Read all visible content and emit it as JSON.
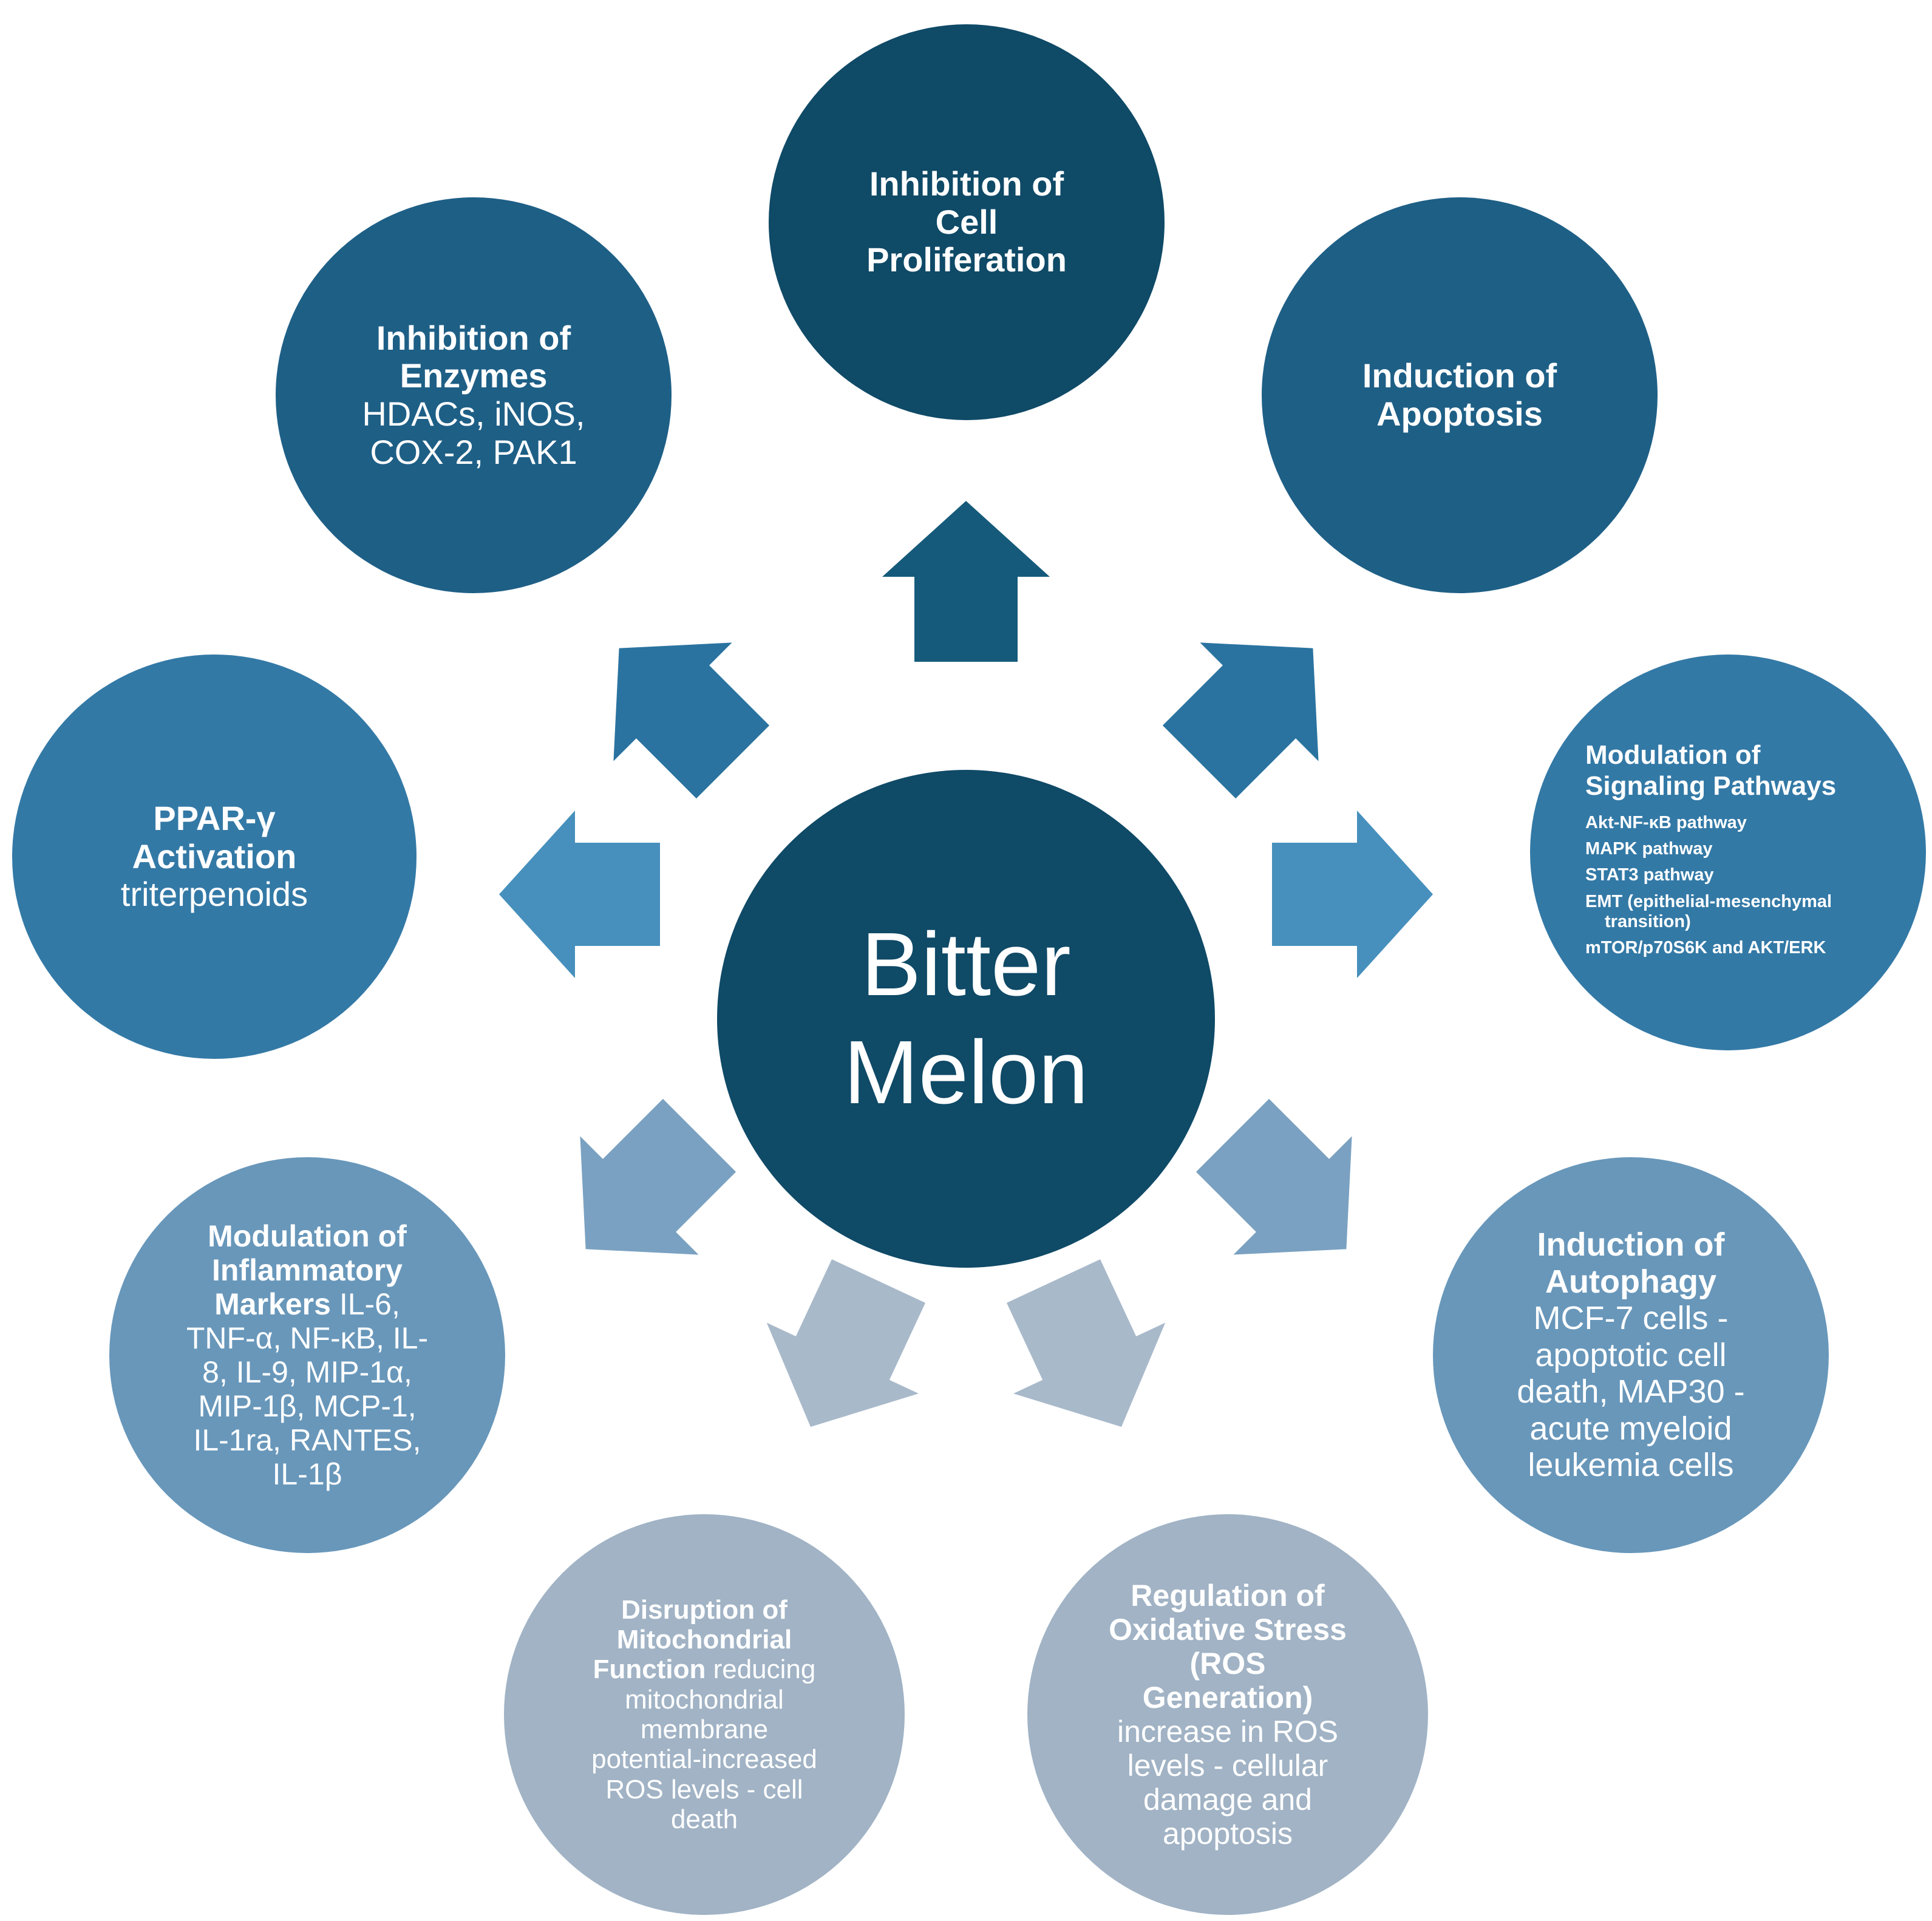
{
  "center": {
    "line1": "Bitter",
    "line2": "Melon"
  },
  "nodes": {
    "proliferation": {
      "title": [
        "Inhibition of",
        "Cell",
        "Proliferation"
      ]
    },
    "apoptosis": {
      "title": [
        "Induction of",
        "Apoptosis"
      ]
    },
    "enzymes": {
      "title": [
        "Inhibition of",
        "Enzymes"
      ],
      "body": [
        "HDACs, iNOS,",
        "COX-2, PAK1"
      ]
    },
    "ppar": {
      "title": [
        "PPAR-γ",
        "Activation"
      ],
      "body": [
        "triterpenoids"
      ]
    },
    "signaling": {
      "title": [
        "Modulation of",
        "Signaling Pathways"
      ],
      "items": [
        "Akt-NF-κB  pathway",
        "MAPK pathway",
        "STAT3 pathway",
        "EMT (epithelial-mesenchymal transition)",
        "mTOR/p70S6K  and AKT/ERK"
      ]
    },
    "inflammatory": {
      "title": [
        "Modulation of",
        "Inflammatory",
        "Markers"
      ],
      "body_inline": "IL-6,",
      "body": [
        "TNF-α, NF-κB, IL-",
        "8, IL-9, MIP-1α,",
        "MIP-1β, MCP-1,",
        "IL-1ra, RANTES,",
        "IL-1β"
      ]
    },
    "autophagy": {
      "title": [
        "Induction of",
        "Autophagy"
      ],
      "body": [
        "MCF-7 cells -",
        "apoptotic cell",
        "death, MAP30 -",
        "acute myeloid",
        "leukemia cells"
      ]
    },
    "mitochondrial": {
      "title": [
        "Disruption of",
        "Mitochondrial",
        "Function"
      ],
      "body_inline": "reducing",
      "body": [
        "mitochondrial",
        "membrane",
        "potential-increased",
        "ROS levels - cell",
        "death"
      ]
    },
    "oxidative": {
      "title": [
        "Regulation of",
        "Oxidative Stress",
        "(ROS",
        "Generation)"
      ],
      "body": [
        "increase in ROS",
        "levels - cellular",
        "damage and",
        "apoptosis"
      ]
    }
  },
  "colors": {
    "center": "#0f4a67",
    "proliferation": "#0f4a67",
    "apoptosis": "#1e5f86",
    "enzymes": "#1e5f86",
    "ppar": "#3379a6",
    "signaling": "#3379a6",
    "inflammatory": "#6897ba",
    "autophagy": "#6897ba",
    "mitochondrial": "#a1b3c5",
    "oxidative": "#a1b3c5",
    "arrow_up": "#155a7a",
    "arrow_diag_upper": "#2a73a0",
    "arrow_side": "#4790bd",
    "arrow_diag_lower": "#7aa1c1",
    "arrow_down": "#a8b9ca"
  }
}
